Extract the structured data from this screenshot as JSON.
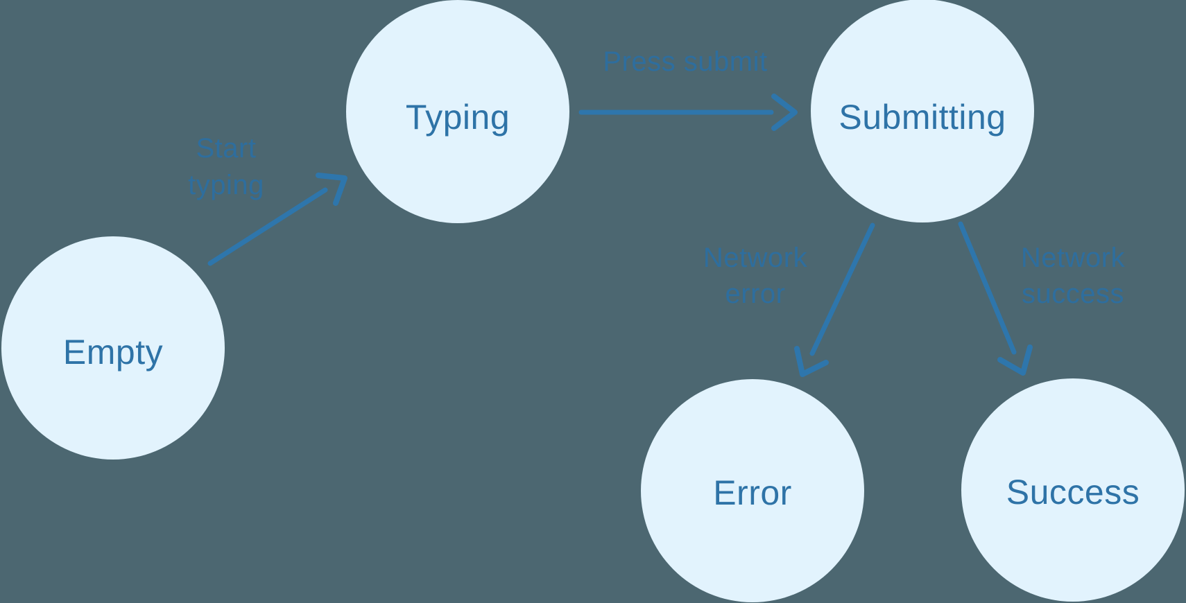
{
  "diagram": {
    "type": "state-machine",
    "colors": {
      "background": "#4c6771",
      "node_fill": "#e2f3fd",
      "node_text": "#2e73a7",
      "arrow": "#2e76ac",
      "edge_label": "#2e6e9e"
    },
    "nodes": [
      {
        "id": "empty",
        "label": "Empty"
      },
      {
        "id": "typing",
        "label": "Typing"
      },
      {
        "id": "submitting",
        "label": "Submitting"
      },
      {
        "id": "error",
        "label": "Error"
      },
      {
        "id": "success",
        "label": "Success"
      }
    ],
    "edges": [
      {
        "from": "Empty",
        "to": "Typing",
        "label": "Start typing",
        "lines": [
          "Start",
          "typing"
        ]
      },
      {
        "from": "Typing",
        "to": "Submitting",
        "label": "Press submit",
        "lines": [
          "Press submit"
        ]
      },
      {
        "from": "Submitting",
        "to": "Error",
        "label": "Network error",
        "lines": [
          "Network",
          "error"
        ]
      },
      {
        "from": "Submitting",
        "to": "Success",
        "label": "Network success",
        "lines": [
          "Network",
          "success"
        ]
      }
    ]
  }
}
